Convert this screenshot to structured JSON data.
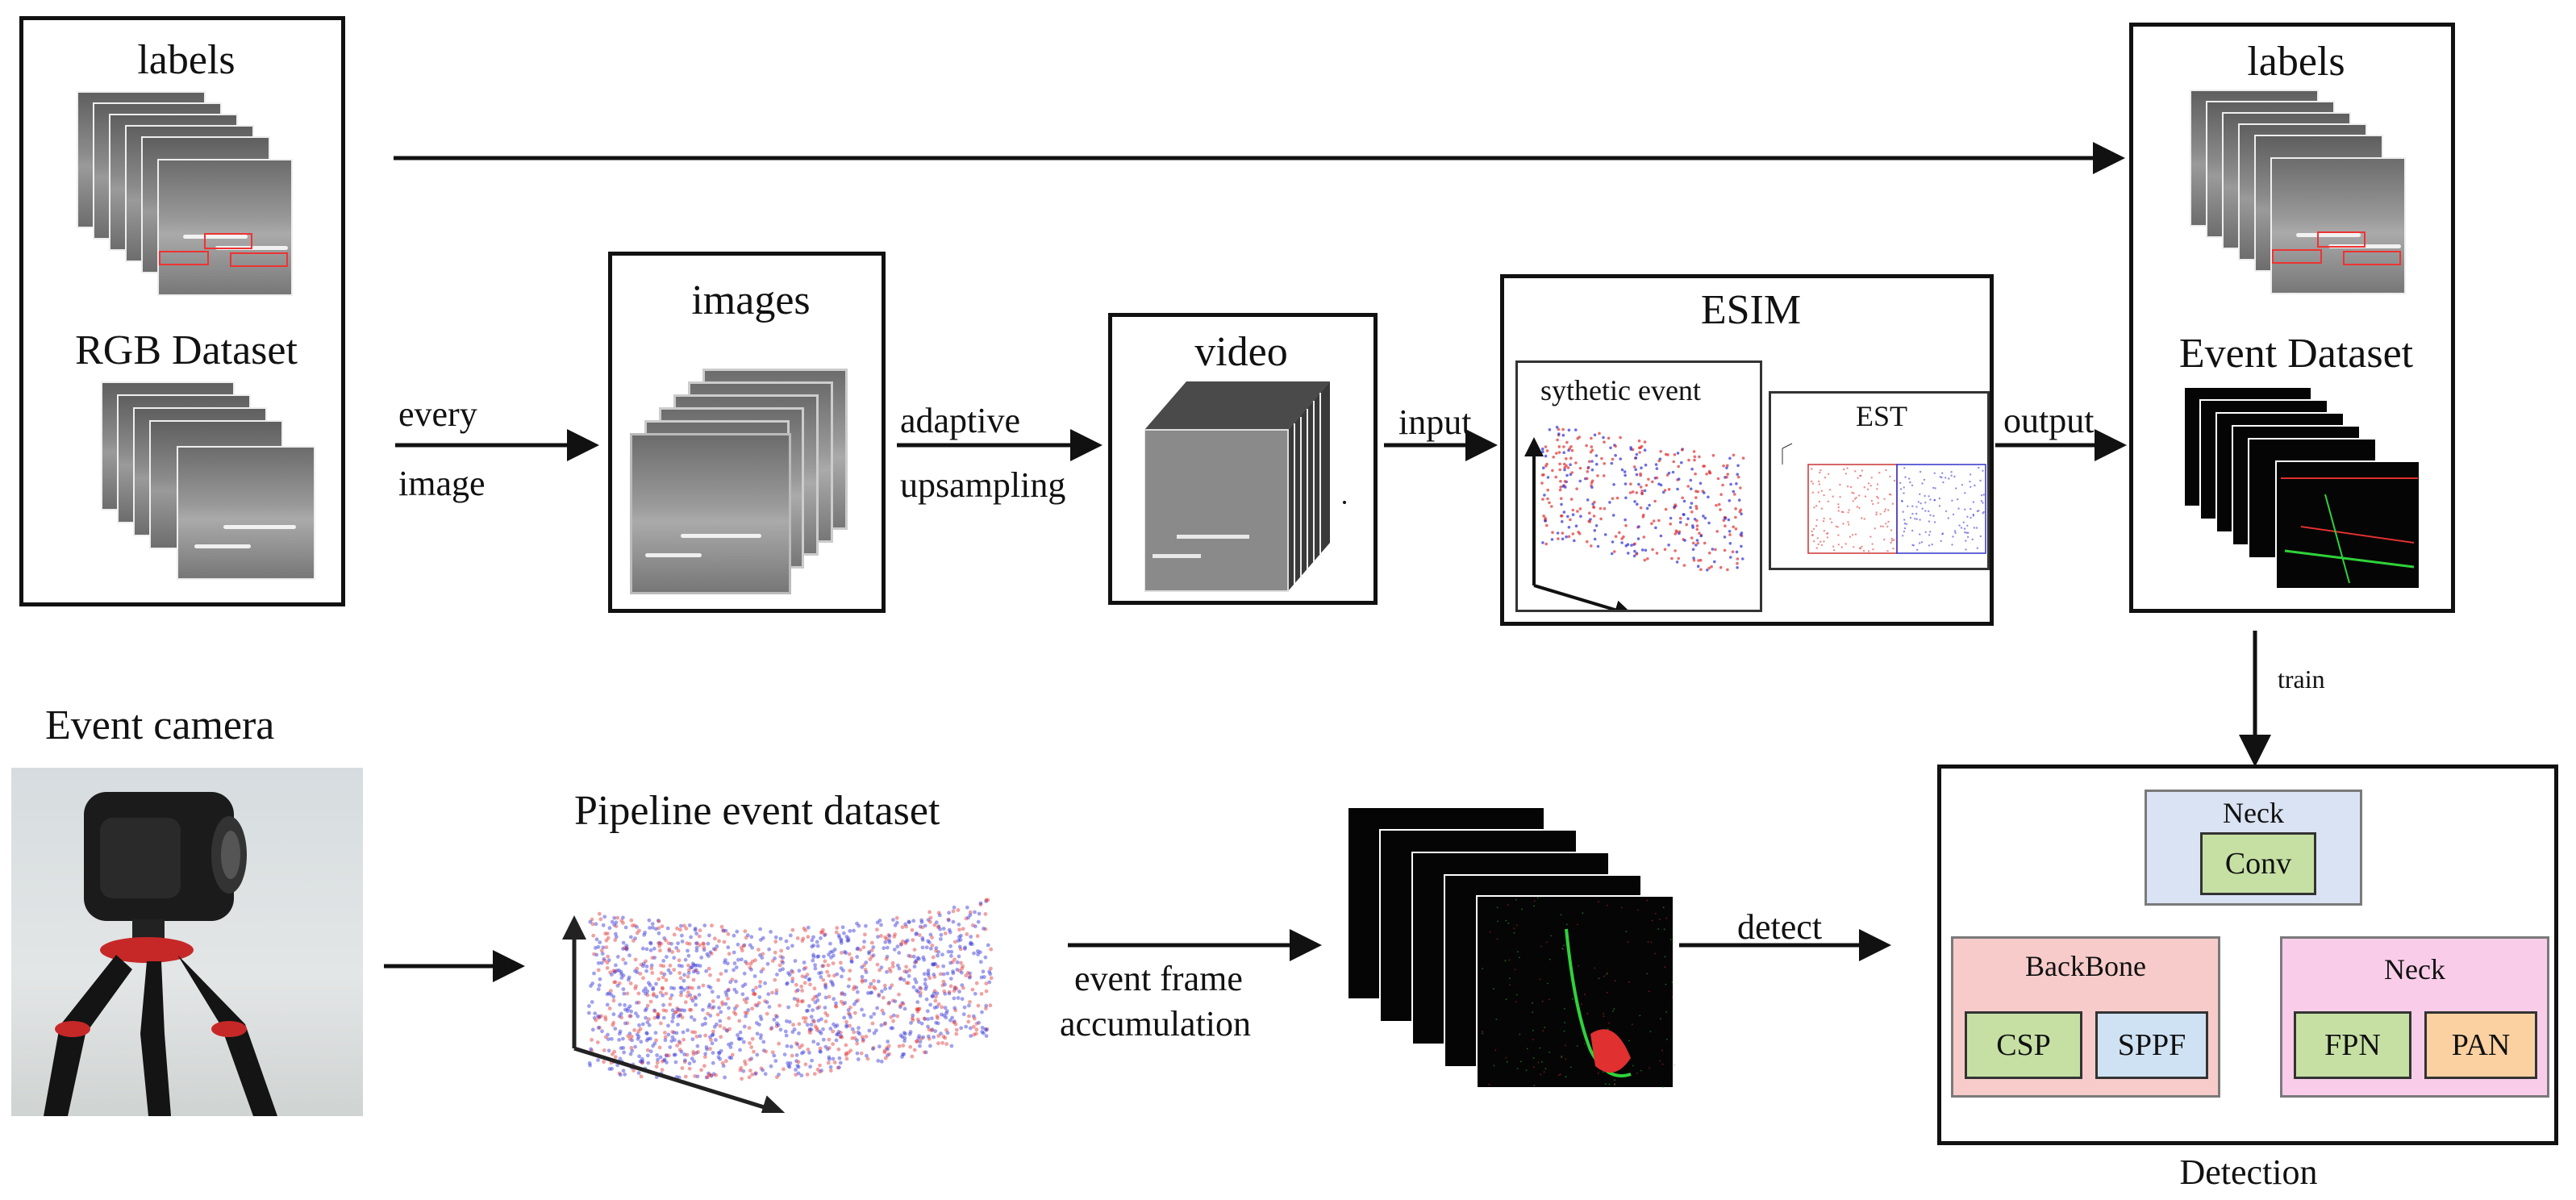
{
  "rgb_block": {
    "labels_title": "labels",
    "dataset_title": "RGB Dataset"
  },
  "step_every_image": {
    "line1": "every",
    "line2": "image"
  },
  "images_block": {
    "title": "images"
  },
  "step_upsampling": {
    "line1": "adaptive",
    "line2": "upsampling"
  },
  "video_block": {
    "title": "video"
  },
  "step_input": {
    "label": "input"
  },
  "esim_block": {
    "title": "ESIM",
    "synthetic_title": "sythetic event",
    "est_title": "EST"
  },
  "step_output": {
    "label": "output"
  },
  "event_block": {
    "labels_title": "labels",
    "dataset_title": "Event Dataset"
  },
  "step_train": {
    "label": "train"
  },
  "camera": {
    "title": "Event camera"
  },
  "pipeline": {
    "title": "Pipeline event dataset"
  },
  "step_accumulation": {
    "line1": "event frame",
    "line2": "accumulation"
  },
  "step_detect": {
    "label": "detect"
  },
  "detection": {
    "caption": "Detection",
    "neck_top": {
      "title": "Neck",
      "items": [
        "Conv"
      ],
      "color": "#dae3f3"
    },
    "backbone": {
      "title": "BackBone",
      "items": [
        "CSP",
        "SPPF"
      ],
      "color": "#f8cbcb"
    },
    "neck_right": {
      "title": "Neck",
      "items": [
        "FPN",
        "PAN"
      ],
      "color": "#f9cde9"
    },
    "chip_colors": {
      "green": "#c6e0a4",
      "blue": "#cfe2f3",
      "orange": "#fbd1a2"
    }
  },
  "colors": {
    "event_red": "#e03030",
    "event_blue": "#2f2fd6",
    "event_green": "#2fd23a"
  }
}
